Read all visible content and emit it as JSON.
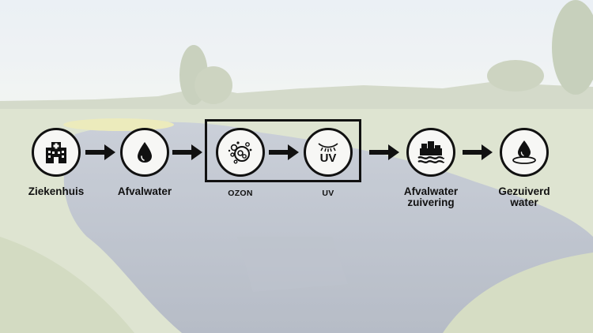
{
  "colors": {
    "outline": "#111111",
    "node_fill": "#f7f7f5",
    "sky": "#e9edf1",
    "grass": "#c9d3b4",
    "water": "#9aa3b3"
  },
  "steps": [
    {
      "id": "ziekenhuis",
      "label": "Ziekenhuis",
      "icon": "hospital-icon"
    },
    {
      "id": "afvalwater",
      "label": "Afvalwater",
      "icon": "water-drop-icon"
    },
    {
      "id": "ozon",
      "label": "OZON",
      "icon": "ozone-bubbles-icon"
    },
    {
      "id": "uv",
      "label": "UV",
      "icon": "uv-lamp-icon",
      "icon_text": "UV"
    },
    {
      "id": "afvalwaterzuivering",
      "label": "Afvalwater\nzuivering",
      "icon": "treatment-plant-icon"
    },
    {
      "id": "gezuiverd-water",
      "label": "Gezuiverd\nwater",
      "icon": "clean-water-drop-icon"
    }
  ]
}
